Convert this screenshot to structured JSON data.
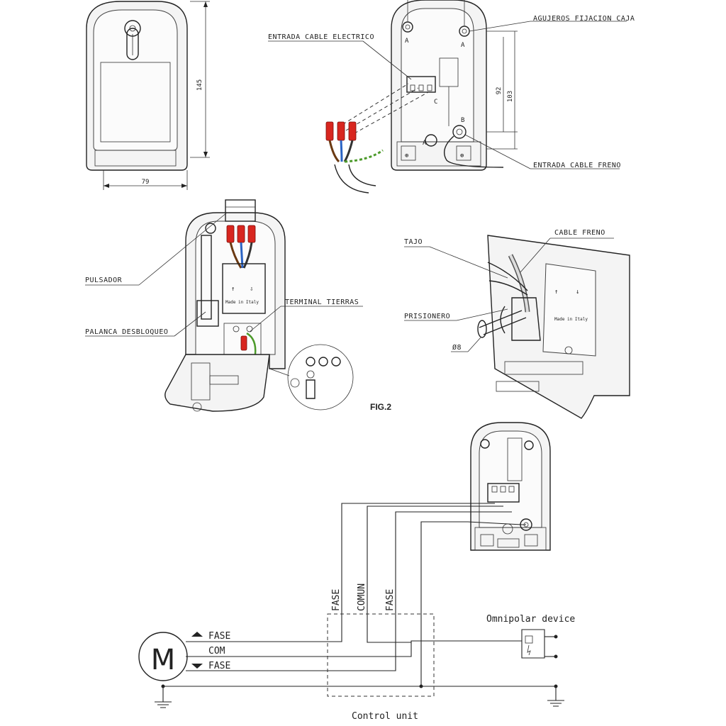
{
  "labels": {
    "agujeros_fijacion": "AGUJEROS FIJACION CAJA",
    "entrada_cable_electrico": "ENTRADA CABLE ELECTRICO",
    "entrada_cable_freno": "ENTRADA CABLE FRENO",
    "pulsador": "PULSADOR",
    "palanca_desbloqueo": "PALANCA DESBLOQUEO",
    "terminal_tierras": "TERMINAL TIERRAS",
    "tajo": "TAJO",
    "cable_freno": "CABLE FRENO",
    "prisionero": "PRISIONERO",
    "diam8": "Ø8",
    "fig": "FIG.2",
    "point_a": "A",
    "point_b": "B",
    "point_c": "C"
  },
  "dimensions": {
    "height": "145",
    "width": "79",
    "d92": "92",
    "d103": "103"
  },
  "stamps": {
    "made_in": "Made in Italy"
  },
  "wiring": {
    "motor_symbol": "M",
    "fase_top": "FASE",
    "com": "COM",
    "fase_bottom": "FASE",
    "v_fase_1": "FASE",
    "v_comun": "COMUN",
    "v_fase_2": "FASE",
    "omnipolar_device": "Omnipolar device",
    "control_unit": "Control unit"
  }
}
